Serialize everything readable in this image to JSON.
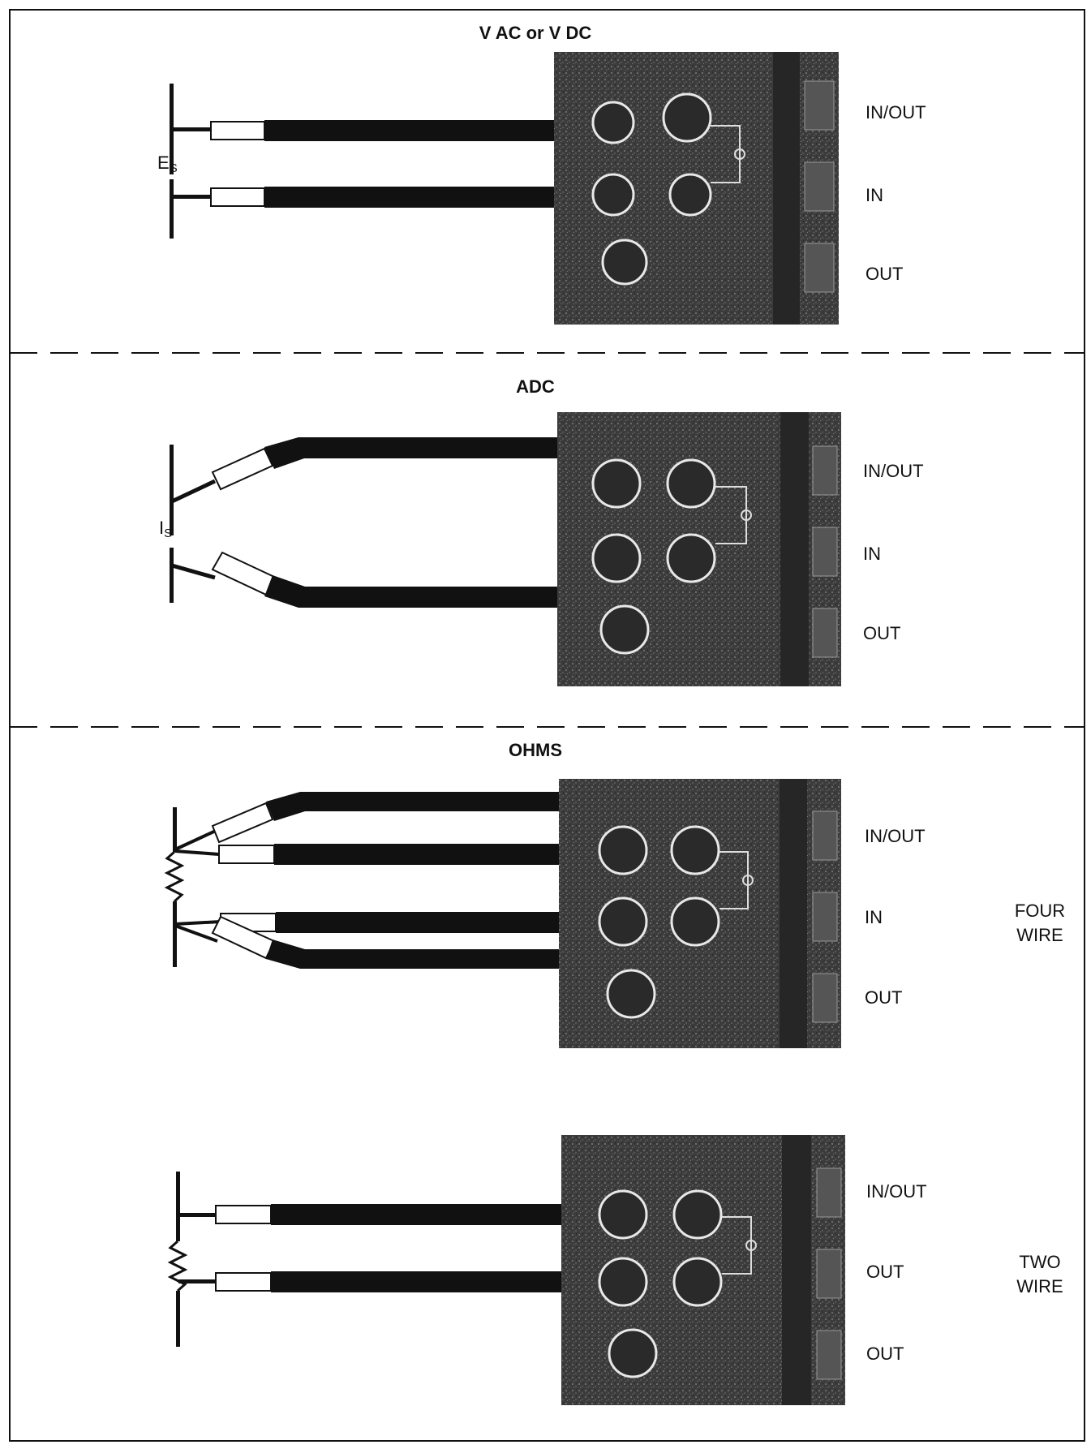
{
  "sections": [
    {
      "title": "V AC or V DC",
      "source_label": "E",
      "source_sub": "S",
      "labels": [
        "IN/OUT",
        "IN",
        "OUT"
      ]
    },
    {
      "title": "ADC",
      "source_label": "I",
      "source_sub": "S",
      "labels": [
        "IN/OUT",
        "IN",
        "OUT"
      ]
    },
    {
      "title": "OHMS",
      "labels": [
        "IN/OUT",
        "IN",
        "OUT"
      ],
      "note": [
        "FOUR",
        "WIRE"
      ]
    },
    {
      "labels": [
        "IN/OUT",
        "OUT",
        "OUT"
      ],
      "note": [
        "TWO",
        "WIRE"
      ]
    }
  ],
  "colors": {
    "ink": "#111111",
    "panel": "#3e3e3e",
    "panel_dark": "#262626",
    "jack_ring": "#e8e8e8",
    "plug": "#ffffff"
  },
  "icons": [
    "terminal-jack-icon",
    "resistor-icon",
    "test-lead-plug-icon"
  ]
}
